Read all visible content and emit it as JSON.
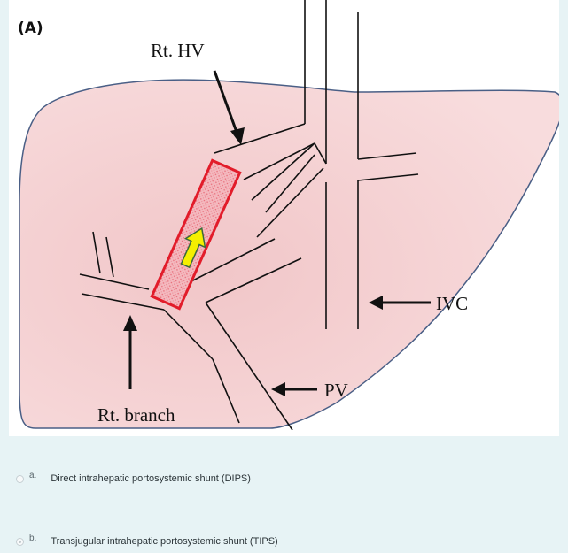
{
  "figure": {
    "panel_label": "(A)",
    "labels": {
      "rt_hv": "Rt. HV",
      "ivc": "IVC",
      "pv": "PV",
      "rt_branch": "Rt. branch"
    },
    "colors": {
      "liver_fill": "#f6d3d4",
      "liver_outline": "#4a5f86",
      "stent": "#e21c2a",
      "arrow": "#f5ef00"
    }
  },
  "question": {
    "options": [
      {
        "letter": "a.",
        "text": "Direct intrahepatic portosystemic shunt (DIPS)",
        "selected": false
      },
      {
        "letter": "b.",
        "text": "Transjugular intrahepatic portosystemic shunt (TIPS)",
        "selected": true
      }
    ]
  }
}
